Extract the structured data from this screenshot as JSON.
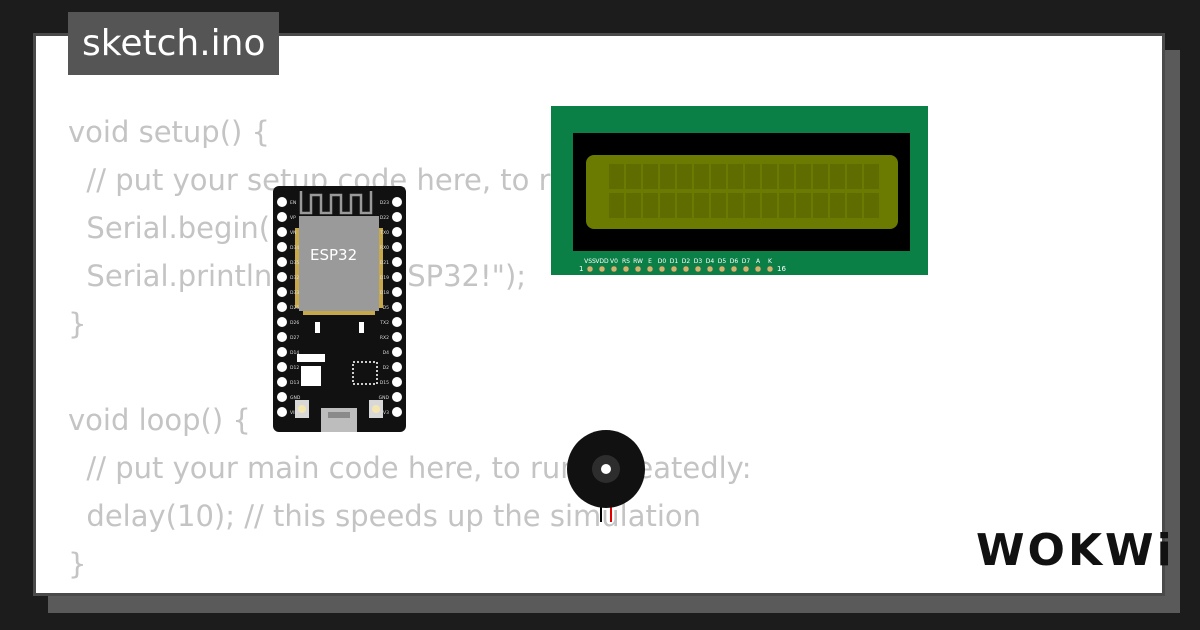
{
  "file_tab": {
    "title": "sketch.ino"
  },
  "code_lines": [
    "void setup() {",
    "  // put your setup code here, to run once:",
    "  Serial.begin(115200);",
    "  Serial.println(\"Hello, ESP32!\");",
    "}",
    "",
    "void loop() {",
    "  // put your main code here, to run repeatedly:",
    "  delay(10); // this speeds up the simulation",
    "}"
  ],
  "esp32": {
    "chip_label": "ESP32",
    "left_pins": [
      "EN",
      "VP",
      "VN",
      "D34",
      "D35",
      "D32",
      "D33",
      "D25",
      "D26",
      "D27",
      "D14",
      "D12",
      "D13",
      "GND",
      "VIN"
    ],
    "right_pins": [
      "D23",
      "D22",
      "TX0",
      "RX0",
      "D21",
      "D19",
      "D18",
      "D5",
      "TX2",
      "RX2",
      "D4",
      "D2",
      "D15",
      "GND",
      "3V3"
    ]
  },
  "lcd": {
    "pin_labels": [
      "VSS",
      "VDD",
      "V0",
      "RS",
      "RW",
      "E",
      "D0",
      "D1",
      "D2",
      "D3",
      "D4",
      "D5",
      "D6",
      "D7",
      "A",
      "K"
    ],
    "pin_first": "1",
    "pin_last": "16"
  },
  "brand": {
    "logo": "WOKWi"
  },
  "colors": {
    "lcd_board": "#0a8046",
    "lcd_screen": "#6b7a00",
    "esp_board": "#111111",
    "code_text": "#c4c4c4",
    "buzzer_red_wire": "#e00000"
  }
}
